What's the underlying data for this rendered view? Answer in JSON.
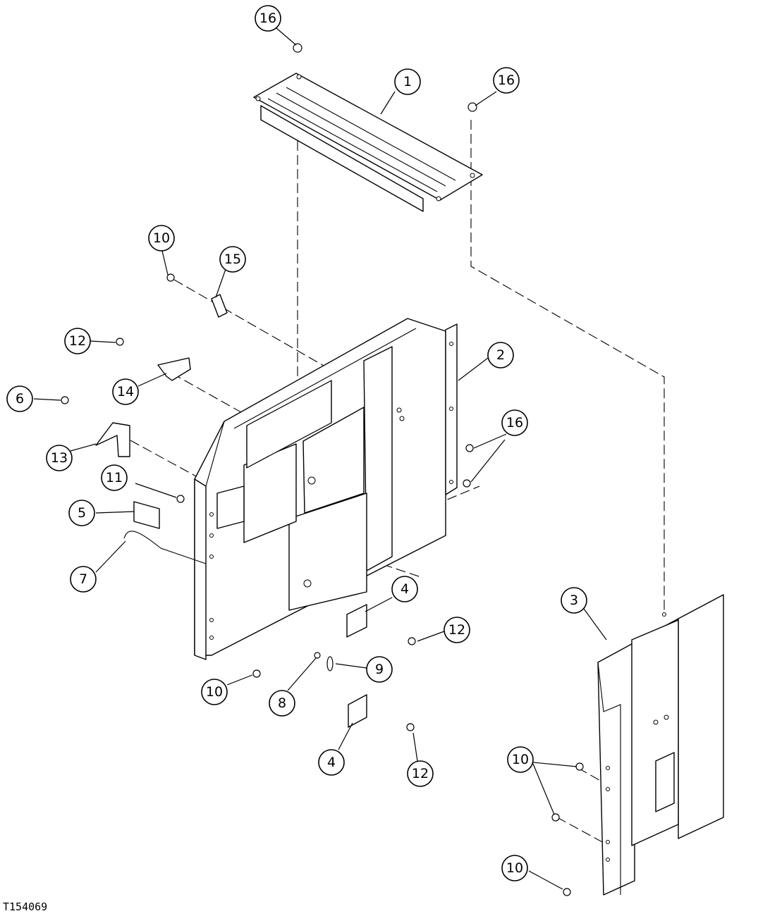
{
  "figure_id": "T154069",
  "callouts": [
    {
      "id": "c1",
      "label": "1"
    },
    {
      "id": "c2",
      "label": "2"
    },
    {
      "id": "c3",
      "label": "3"
    },
    {
      "id": "c4a",
      "label": "4"
    },
    {
      "id": "c4b",
      "label": "4"
    },
    {
      "id": "c5",
      "label": "5"
    },
    {
      "id": "c6",
      "label": "6"
    },
    {
      "id": "c7",
      "label": "7"
    },
    {
      "id": "c8",
      "label": "8"
    },
    {
      "id": "c9",
      "label": "9"
    },
    {
      "id": "c10a",
      "label": "10"
    },
    {
      "id": "c10b",
      "label": "10"
    },
    {
      "id": "c10c",
      "label": "10"
    },
    {
      "id": "c10d",
      "label": "10"
    },
    {
      "id": "c11",
      "label": "11"
    },
    {
      "id": "c12a",
      "label": "12"
    },
    {
      "id": "c12b",
      "label": "12"
    },
    {
      "id": "c12c",
      "label": "12"
    },
    {
      "id": "c13",
      "label": "13"
    },
    {
      "id": "c14",
      "label": "14"
    },
    {
      "id": "c15",
      "label": "15"
    },
    {
      "id": "c16a",
      "label": "16"
    },
    {
      "id": "c16b",
      "label": "16"
    },
    {
      "id": "c16c",
      "label": "16"
    }
  ]
}
